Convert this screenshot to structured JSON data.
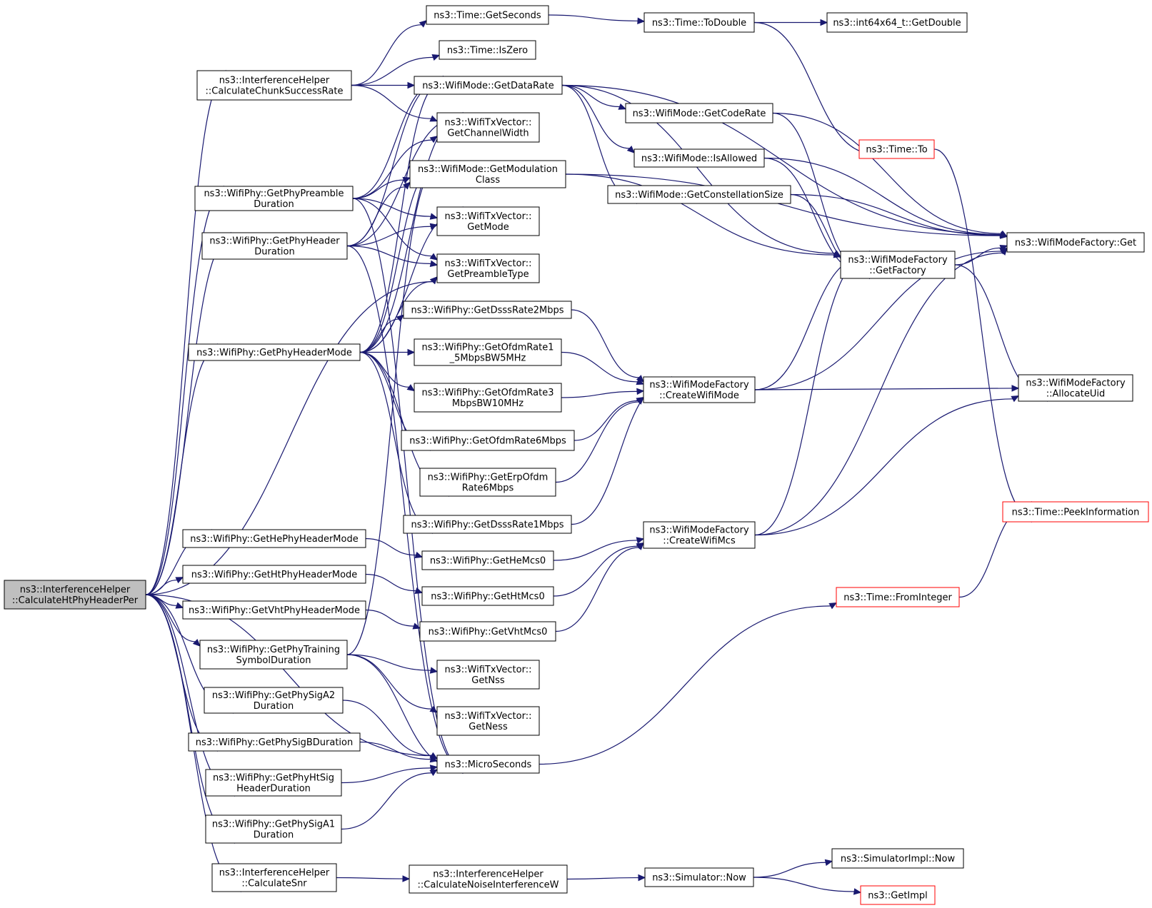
{
  "colors": {
    "edge": "#191970",
    "truncated_border": "#ff0000",
    "root_fill": "#bfbfbf"
  },
  "nodes": [
    {
      "id": "root",
      "lines": [
        "ns3::InterferenceHelper",
        "::CalculateHtPhyHeaderPer"
      ]
    },
    {
      "id": "chunk",
      "lines": [
        "ns3::InterferenceHelper",
        "::CalculateChunkSuccessRate"
      ]
    },
    {
      "id": "preamble",
      "lines": [
        "ns3::WifiPhy::GetPhyPreamble",
        "Duration"
      ]
    },
    {
      "id": "header",
      "lines": [
        "ns3::WifiPhy::GetPhyHeader",
        "Duration"
      ]
    },
    {
      "id": "hdrmode",
      "lines": [
        "ns3::WifiPhy::GetPhyHeaderMode"
      ]
    },
    {
      "id": "hehdr",
      "lines": [
        "ns3::WifiPhy::GetHePhyHeaderMode"
      ]
    },
    {
      "id": "hthdr",
      "lines": [
        "ns3::WifiPhy::GetHtPhyHeaderMode"
      ]
    },
    {
      "id": "vhthdr",
      "lines": [
        "ns3::WifiPhy::GetVhtPhyHeaderMode"
      ]
    },
    {
      "id": "training",
      "lines": [
        "ns3::WifiPhy::GetPhyTraining",
        "SymbolDuration"
      ]
    },
    {
      "id": "siga2",
      "lines": [
        "ns3::WifiPhy::GetPhySigA2",
        "Duration"
      ]
    },
    {
      "id": "sigb",
      "lines": [
        "ns3::WifiPhy::GetPhySigBDuration"
      ]
    },
    {
      "id": "htsig",
      "lines": [
        "ns3::WifiPhy::GetPhyHtSig",
        "HeaderDuration"
      ]
    },
    {
      "id": "siga1",
      "lines": [
        "ns3::WifiPhy::GetPhySigA1",
        "Duration"
      ]
    },
    {
      "id": "snr",
      "lines": [
        "ns3::InterferenceHelper",
        "::CalculateSnr"
      ]
    },
    {
      "id": "getsec",
      "lines": [
        "ns3::Time::GetSeconds"
      ]
    },
    {
      "id": "iszero",
      "lines": [
        "ns3::Time::IsZero"
      ]
    },
    {
      "id": "datarate",
      "lines": [
        "ns3::WifiMode::GetDataRate"
      ]
    },
    {
      "id": "chwidth",
      "lines": [
        "ns3::WifiTxVector::",
        "GetChannelWidth"
      ]
    },
    {
      "id": "modclass",
      "lines": [
        "ns3::WifiMode::GetModulation",
        "Class"
      ]
    },
    {
      "id": "getmode",
      "lines": [
        "ns3::WifiTxVector::",
        "GetMode"
      ]
    },
    {
      "id": "pretype",
      "lines": [
        "ns3::WifiTxVector::",
        "GetPreambleType"
      ]
    },
    {
      "id": "dsss2",
      "lines": [
        "ns3::WifiPhy::GetDsssRate2Mbps"
      ]
    },
    {
      "id": "ofdm15",
      "lines": [
        "ns3::WifiPhy::GetOfdmRate1",
        "_5MbpsBW5MHz"
      ]
    },
    {
      "id": "ofdm3",
      "lines": [
        "ns3::WifiPhy::GetOfdmRate3",
        "MbpsBW10MHz"
      ]
    },
    {
      "id": "ofdm6",
      "lines": [
        "ns3::WifiPhy::GetOfdmRate6Mbps"
      ]
    },
    {
      "id": "erp6",
      "lines": [
        "ns3::WifiPhy::GetErpOfdm",
        "Rate6Mbps"
      ]
    },
    {
      "id": "dsss1",
      "lines": [
        "ns3::WifiPhy::GetDsssRate1Mbps"
      ]
    },
    {
      "id": "hemcs",
      "lines": [
        "ns3::WifiPhy::GetHeMcs0"
      ]
    },
    {
      "id": "htmcs",
      "lines": [
        "ns3::WifiPhy::GetHtMcs0"
      ]
    },
    {
      "id": "vhtmcs",
      "lines": [
        "ns3::WifiPhy::GetVhtMcs0"
      ]
    },
    {
      "id": "nss",
      "lines": [
        "ns3::WifiTxVector::",
        "GetNss"
      ]
    },
    {
      "id": "ness",
      "lines": [
        "ns3::WifiTxVector::",
        "GetNess"
      ]
    },
    {
      "id": "micro",
      "lines": [
        "ns3::MicroSeconds"
      ]
    },
    {
      "id": "noise",
      "lines": [
        "ns3::InterferenceHelper",
        "::CalculateNoiseInterferenceW"
      ]
    },
    {
      "id": "todouble",
      "lines": [
        "ns3::Time::ToDouble"
      ]
    },
    {
      "id": "coderate",
      "lines": [
        "ns3::WifiMode::GetCodeRate"
      ]
    },
    {
      "id": "isallowed",
      "lines": [
        "ns3::WifiMode::IsAllowed"
      ]
    },
    {
      "id": "constsize",
      "lines": [
        "ns3::WifiMode::GetConstellationSize"
      ]
    },
    {
      "id": "createmode",
      "lines": [
        "ns3::WifiModeFactory",
        "::CreateWifiMode"
      ]
    },
    {
      "id": "createmcs",
      "lines": [
        "ns3::WifiModeFactory",
        "::CreateWifiMcs"
      ]
    },
    {
      "id": "simnow",
      "lines": [
        "ns3::Simulator::Now"
      ]
    },
    {
      "id": "int64",
      "lines": [
        "ns3::int64x64_t::GetDouble"
      ]
    },
    {
      "id": "timeto",
      "lines": [
        "ns3::Time::To"
      ]
    },
    {
      "id": "getfactory",
      "lines": [
        "ns3::WifiModeFactory",
        "::GetFactory"
      ]
    },
    {
      "id": "fromint",
      "lines": [
        "ns3::Time::FromInteger"
      ]
    },
    {
      "id": "simimplnow",
      "lines": [
        "ns3::SimulatorImpl::Now"
      ]
    },
    {
      "id": "getimpl",
      "lines": [
        "ns3::GetImpl"
      ]
    },
    {
      "id": "factoryget",
      "lines": [
        "ns3::WifiModeFactory::Get"
      ]
    },
    {
      "id": "allocuid",
      "lines": [
        "ns3::WifiModeFactory",
        "::AllocateUid"
      ]
    },
    {
      "id": "peekinfo",
      "lines": [
        "ns3::Time::PeekInformation"
      ]
    }
  ],
  "edges": [
    [
      "root",
      "chunk"
    ],
    [
      "root",
      "preamble"
    ],
    [
      "root",
      "header"
    ],
    [
      "root",
      "pretype"
    ],
    [
      "root",
      "hdrmode"
    ],
    [
      "root",
      "hehdr"
    ],
    [
      "root",
      "hthdr"
    ],
    [
      "root",
      "vhthdr"
    ],
    [
      "root",
      "training"
    ],
    [
      "root",
      "siga2"
    ],
    [
      "root",
      "sigb"
    ],
    [
      "root",
      "htsig"
    ],
    [
      "root",
      "siga1"
    ],
    [
      "root",
      "snr"
    ],
    [
      "root",
      "micro"
    ],
    [
      "chunk",
      "getsec"
    ],
    [
      "chunk",
      "iszero"
    ],
    [
      "chunk",
      "datarate"
    ],
    [
      "chunk",
      "chwidth"
    ],
    [
      "preamble",
      "datarate"
    ],
    [
      "preamble",
      "chwidth"
    ],
    [
      "preamble",
      "modclass"
    ],
    [
      "preamble",
      "getmode"
    ],
    [
      "preamble",
      "pretype"
    ],
    [
      "preamble",
      "micro"
    ],
    [
      "header",
      "datarate"
    ],
    [
      "header",
      "chwidth"
    ],
    [
      "header",
      "modclass"
    ],
    [
      "header",
      "getmode"
    ],
    [
      "header",
      "pretype"
    ],
    [
      "header",
      "micro"
    ],
    [
      "hdrmode",
      "datarate"
    ],
    [
      "hdrmode",
      "chwidth"
    ],
    [
      "hdrmode",
      "modclass"
    ],
    [
      "hdrmode",
      "getmode"
    ],
    [
      "hdrmode",
      "pretype"
    ],
    [
      "hdrmode",
      "dsss2"
    ],
    [
      "hdrmode",
      "ofdm15"
    ],
    [
      "hdrmode",
      "ofdm3"
    ],
    [
      "hdrmode",
      "ofdm6"
    ],
    [
      "hdrmode",
      "erp6"
    ],
    [
      "hdrmode",
      "dsss1"
    ],
    [
      "hehdr",
      "hemcs"
    ],
    [
      "hthdr",
      "htmcs"
    ],
    [
      "vhthdr",
      "vhtmcs"
    ],
    [
      "training",
      "modclass"
    ],
    [
      "training",
      "nss"
    ],
    [
      "training",
      "ness"
    ],
    [
      "training",
      "micro"
    ],
    [
      "siga2",
      "micro"
    ],
    [
      "sigb",
      "micro"
    ],
    [
      "htsig",
      "micro"
    ],
    [
      "siga1",
      "micro"
    ],
    [
      "snr",
      "noise"
    ],
    [
      "noise",
      "simnow"
    ],
    [
      "getsec",
      "todouble"
    ],
    [
      "todouble",
      "int64"
    ],
    [
      "todouble",
      "timeto"
    ],
    [
      "datarate",
      "coderate"
    ],
    [
      "datarate",
      "isallowed"
    ],
    [
      "datarate",
      "constsize"
    ],
    [
      "datarate",
      "getfactory"
    ],
    [
      "datarate",
      "factoryget"
    ],
    [
      "coderate",
      "getfactory"
    ],
    [
      "coderate",
      "factoryget"
    ],
    [
      "isallowed",
      "getfactory"
    ],
    [
      "isallowed",
      "factoryget"
    ],
    [
      "constsize",
      "getfactory"
    ],
    [
      "constsize",
      "factoryget"
    ],
    [
      "modclass",
      "getfactory"
    ],
    [
      "modclass",
      "factoryget"
    ],
    [
      "dsss2",
      "createmode"
    ],
    [
      "ofdm15",
      "createmode"
    ],
    [
      "ofdm3",
      "createmode"
    ],
    [
      "ofdm6",
      "createmode"
    ],
    [
      "erp6",
      "createmode"
    ],
    [
      "dsss1",
      "createmode"
    ],
    [
      "hemcs",
      "createmcs"
    ],
    [
      "htmcs",
      "createmcs"
    ],
    [
      "vhtmcs",
      "createmcs"
    ],
    [
      "createmode",
      "getfactory"
    ],
    [
      "createmode",
      "factoryget"
    ],
    [
      "createmode",
      "allocuid"
    ],
    [
      "createmcs",
      "getfactory"
    ],
    [
      "createmcs",
      "factoryget"
    ],
    [
      "createmcs",
      "allocuid"
    ],
    [
      "getfactory",
      "factoryget"
    ],
    [
      "getfactory",
      "allocuid"
    ],
    [
      "timeto",
      "peekinfo"
    ],
    [
      "fromint",
      "peekinfo"
    ],
    [
      "micro",
      "fromint"
    ],
    [
      "simnow",
      "simimplnow"
    ],
    [
      "simnow",
      "getimpl"
    ]
  ]
}
